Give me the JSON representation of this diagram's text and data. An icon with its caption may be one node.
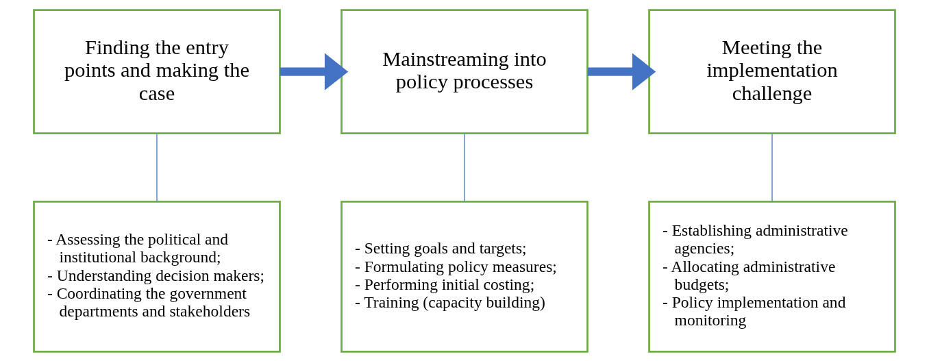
{
  "diagram": {
    "nodes": [
      {
        "text": [
          "Finding the entry points and making the case"
        ]
      },
      {
        "text": [
          "Mainstreaming into policy processes"
        ]
      },
      {
        "text": [
          "Meeting the implementation challenge"
        ]
      },
      {
        "text": [
          "- Assessing the political and institutional background;",
          "- Understanding decision makers;",
          "- Coordinating the government departments and stakeholders"
        ]
      },
      {
        "text": [
          "- Setting goals and targets;",
          "- Formulating policy measures;",
          "- Performing initial costing;",
          "- Training (capacity building)"
        ]
      },
      {
        "text": [
          "- Establishing administrative agencies;",
          "- Allocating administrative budgets;",
          "- Policy implementation and monitoring"
        ]
      }
    ],
    "edges": [
      {
        "from": 0,
        "to": 1,
        "arrow": "to",
        "style": "thick",
        "color": "#4472c4"
      },
      {
        "from": 1,
        "to": 2,
        "arrow": "to",
        "style": "thick",
        "color": "#4472c4"
      },
      {
        "from": 0,
        "to": 3,
        "arrow": "none",
        "color": "#4f81bd"
      },
      {
        "from": 1,
        "to": 4,
        "arrow": "none",
        "color": "#4f81bd"
      },
      {
        "from": 2,
        "to": 5,
        "arrow": "none",
        "color": "#4f81bd"
      }
    ]
  }
}
